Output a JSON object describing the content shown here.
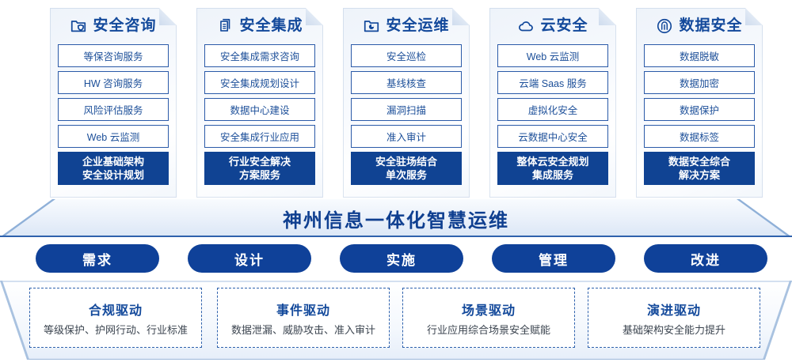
{
  "columns": [
    {
      "icon": "folder-shield-icon",
      "title": "安全咨询",
      "items": [
        "等保咨询服务",
        "HW 咨询服务",
        "风险评估服务",
        "Web 云监测"
      ],
      "highlight": [
        "企业基础架构",
        "安全设计规划"
      ]
    },
    {
      "icon": "documents-copy-icon",
      "title": "安全集成",
      "items": [
        "安全集成需求咨询",
        "安全集成规划设计",
        "数据中心建设",
        "安全集成行业应用"
      ],
      "highlight": [
        "行业安全解决",
        "方案服务"
      ]
    },
    {
      "icon": "folder-chart-icon",
      "title": "安全运维",
      "items": [
        "安全巡检",
        "基线核查",
        "漏洞扫描",
        "准入审计"
      ],
      "highlight": [
        "安全驻场结合",
        "单次服务"
      ]
    },
    {
      "icon": "cloud-icon",
      "title": "云安全",
      "items": [
        "Web 云监测",
        "云端 Saas 服务",
        "虚拟化安全",
        "云数据中心安全"
      ],
      "highlight": [
        "整体云安全规划",
        "集成服务"
      ]
    },
    {
      "icon": "fingerprint-icon",
      "title": "数据安全",
      "items": [
        "数据脱敏",
        "数据加密",
        "数据保护",
        "数据标签"
      ],
      "highlight": [
        "数据安全综合",
        "解决方案"
      ]
    }
  ],
  "banner": {
    "text": "神州信息一体化智慧运维"
  },
  "phases": [
    "需求",
    "设计",
    "实施",
    "管理",
    "改进"
  ],
  "drivers": [
    {
      "title": "合规驱动",
      "subtitle": "等级保护、护网行动、行业标准"
    },
    {
      "title": "事件驱动",
      "subtitle": "数据泄漏、威胁攻击、准入审计"
    },
    {
      "title": "场景驱动",
      "subtitle": "行业应用综合场景安全赋能"
    },
    {
      "title": "演进驱动",
      "subtitle": "基础架构安全能力提升"
    }
  ],
  "colors": {
    "primary": "#0f4199",
    "title": "#13499b",
    "item_text": "#1c4f99",
    "item_border": "#2b5aa8",
    "filled_bg": "#104393",
    "dashed_border": "#2f62ad",
    "sub_text": "#3c4550"
  }
}
